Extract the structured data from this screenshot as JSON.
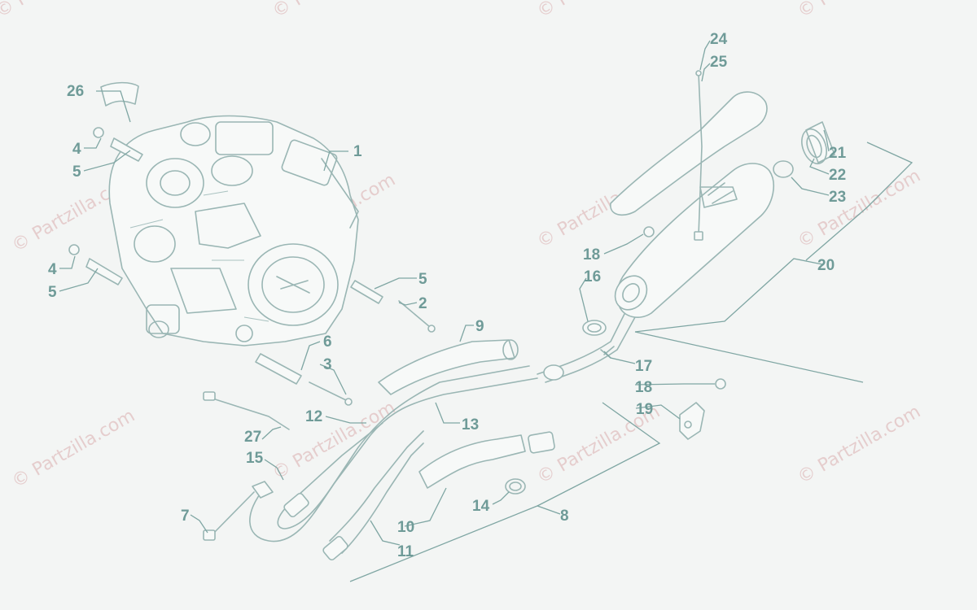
{
  "watermark": {
    "text": "© Partzilla.com",
    "color": "#e3c7c7"
  },
  "colors": {
    "line": "#9ab6b4",
    "callout": "#6f9b98",
    "background": "#f3f5f4"
  },
  "callouts": {
    "n1": "1",
    "n2": "2",
    "n3": "3",
    "n4a": "4",
    "n4b": "4",
    "n5a": "5",
    "n5b": "5",
    "n5c": "5",
    "n6": "6",
    "n7": "7",
    "n8": "8",
    "n9": "9",
    "n10": "10",
    "n11": "11",
    "n12": "12",
    "n13": "13",
    "n14": "14",
    "n15": "15",
    "n16": "16",
    "n17": "17",
    "n18a": "18",
    "n18b": "18",
    "n19": "19",
    "n20": "20",
    "n21": "21",
    "n22": "22",
    "n23": "23",
    "n24": "24",
    "n25": "25",
    "n26": "26",
    "n27": "27"
  }
}
